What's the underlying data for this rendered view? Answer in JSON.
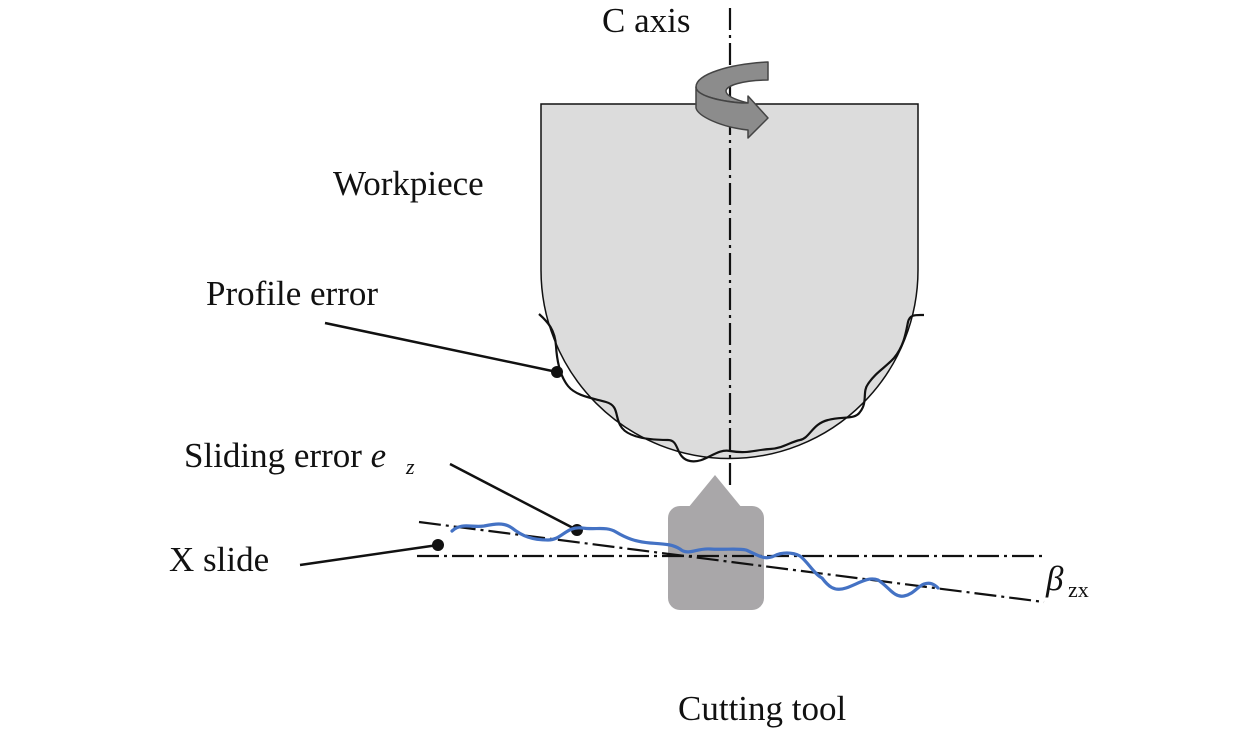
{
  "labels": {
    "c_axis": "C axis",
    "workpiece": "Workpiece",
    "profile_error": "Profile error",
    "sliding_error": "Sliding error ",
    "sliding_error_symbol": "e",
    "sliding_error_subscript": "z",
    "x_slide": "X slide",
    "beta_symbol": "β",
    "beta_subscript": "zx",
    "cutting_tool": "Cutting tool"
  },
  "colors": {
    "workpiece_fill": "#dcdcdc",
    "tool_fill": "#a9a7a9",
    "arrow_fill": "#8c8c8c",
    "sliding_error_curve": "#4472c4",
    "line": "#111111"
  }
}
